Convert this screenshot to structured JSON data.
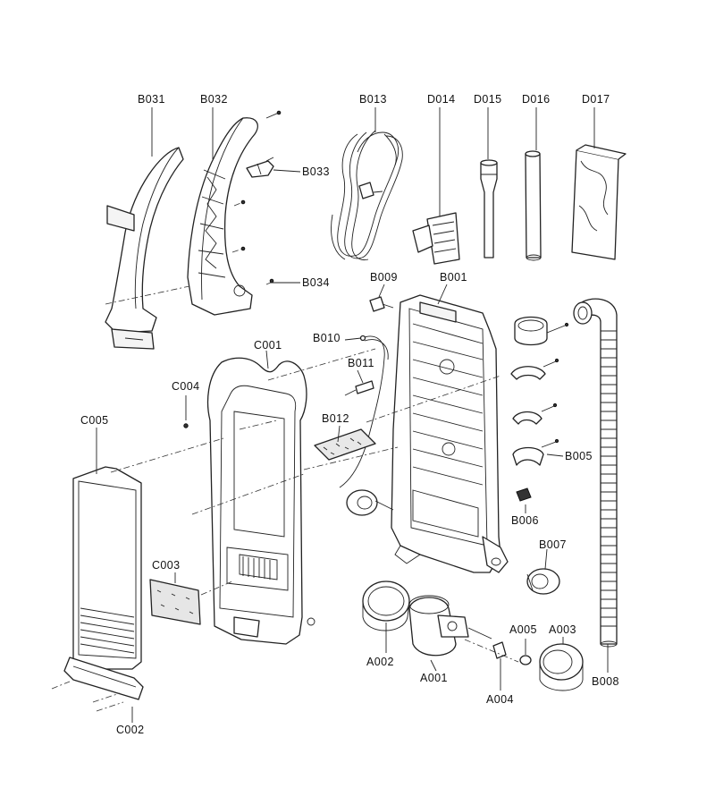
{
  "labels": {
    "B031": "B031",
    "B032": "B032",
    "B033": "B033",
    "B034": "B034",
    "B013": "B013",
    "D014": "D014",
    "D015": "D015",
    "D016": "D016",
    "D017": "D017",
    "B009": "B009",
    "B001": "B001",
    "B010": "B010",
    "B011": "B011",
    "B012": "B012",
    "B005": "B005",
    "B006": "B006",
    "B007": "B007",
    "B008": "B008",
    "C001": "C001",
    "C004": "C004",
    "C005": "C005",
    "C003": "C003",
    "C002": "C002",
    "A001": "A001",
    "A002": "A002",
    "A003": "A003",
    "A004": "A004",
    "A005": "A005"
  }
}
